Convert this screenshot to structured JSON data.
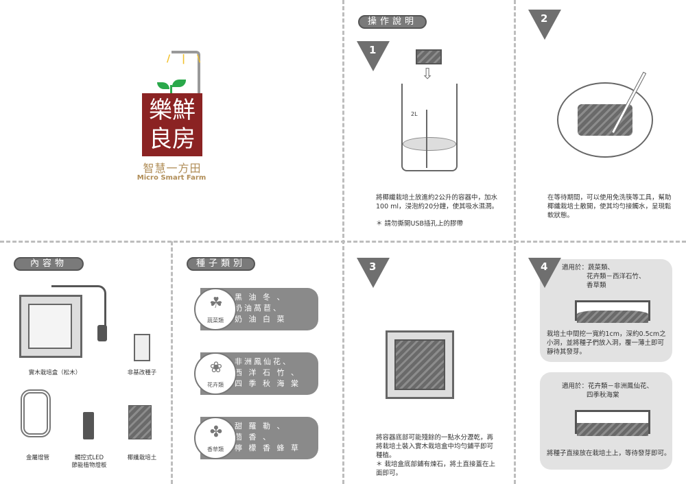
{
  "brand": {
    "name_line1": "樂鮮",
    "name_line2": "良房",
    "tagline": "智慧一方田",
    "english": "Micro Smart Farm",
    "colors": {
      "brand_red": "#8b2323",
      "gold": "#b08d57",
      "leaf": "#2aa84a",
      "sun": "#f2c12e"
    }
  },
  "instructions": {
    "title": "操作說明",
    "step1": {
      "number": "1",
      "cup_label": "2L",
      "text": "將椰纖栽培土放進約2公升的容器中，加水100 ml，浸泡約20分鐘，使其吸水濕潤。",
      "note": "＊ 請勿撕開USB插孔上的膠帶"
    },
    "step2": {
      "number": "2",
      "text": "在等待期間，可以使用免洗筷等工具，幫助椰纖栽培土散開，使其均勻接觸水，呈現鬆軟狀態。"
    },
    "step3": {
      "number": "3",
      "text": "將容器底部可能殘餘的一點水分瀝乾，再將栽培土裝入實木栽培盒中均勻鋪平即可種植。",
      "note": "＊ 栽培盒底部鋪有煉石，將土直接蓋在上面即可。"
    },
    "step4": {
      "number": "4",
      "box1": {
        "applies": "適用於：蔬菜類、",
        "applies2": "花卉類－西洋石竹、",
        "applies3": "香草類",
        "text": "栽培土中間挖一寬約1cm，深約0.5cm之小洞，並將種子們放入洞，覆一薄土即可靜待其發芽。"
      },
      "box2": {
        "applies": "適用於：花卉類－非洲鳳仙花、",
        "applies2": "四季秋海棠",
        "text": "將種子直接放在栽培土上，等待發芽即可。"
      }
    }
  },
  "contents": {
    "title": "內容物",
    "items": [
      {
        "label": "實木栽培盒（松木）"
      },
      {
        "label": "非基改種子"
      },
      {
        "label": "金屬燈管"
      },
      {
        "label": "觸控式LED",
        "label2": "節能植物燈板"
      },
      {
        "label": "椰纖栽培土"
      }
    ]
  },
  "seeds": {
    "title": "種子類別",
    "categories": [
      {
        "label": "蔬菜類",
        "names": [
          "黑 油 冬 、",
          "奶油萵苣、",
          "奶 油 白 菜"
        ]
      },
      {
        "label": "花卉類",
        "names": [
          "非洲鳳仙花、",
          "西 洋 石 竹 、",
          "四 季 秋 海 棠"
        ]
      },
      {
        "label": "香草類",
        "names": [
          "甜 羅 勒 、",
          "茴  香  、",
          "檸 檬 香 蜂 草"
        ]
      }
    ]
  }
}
